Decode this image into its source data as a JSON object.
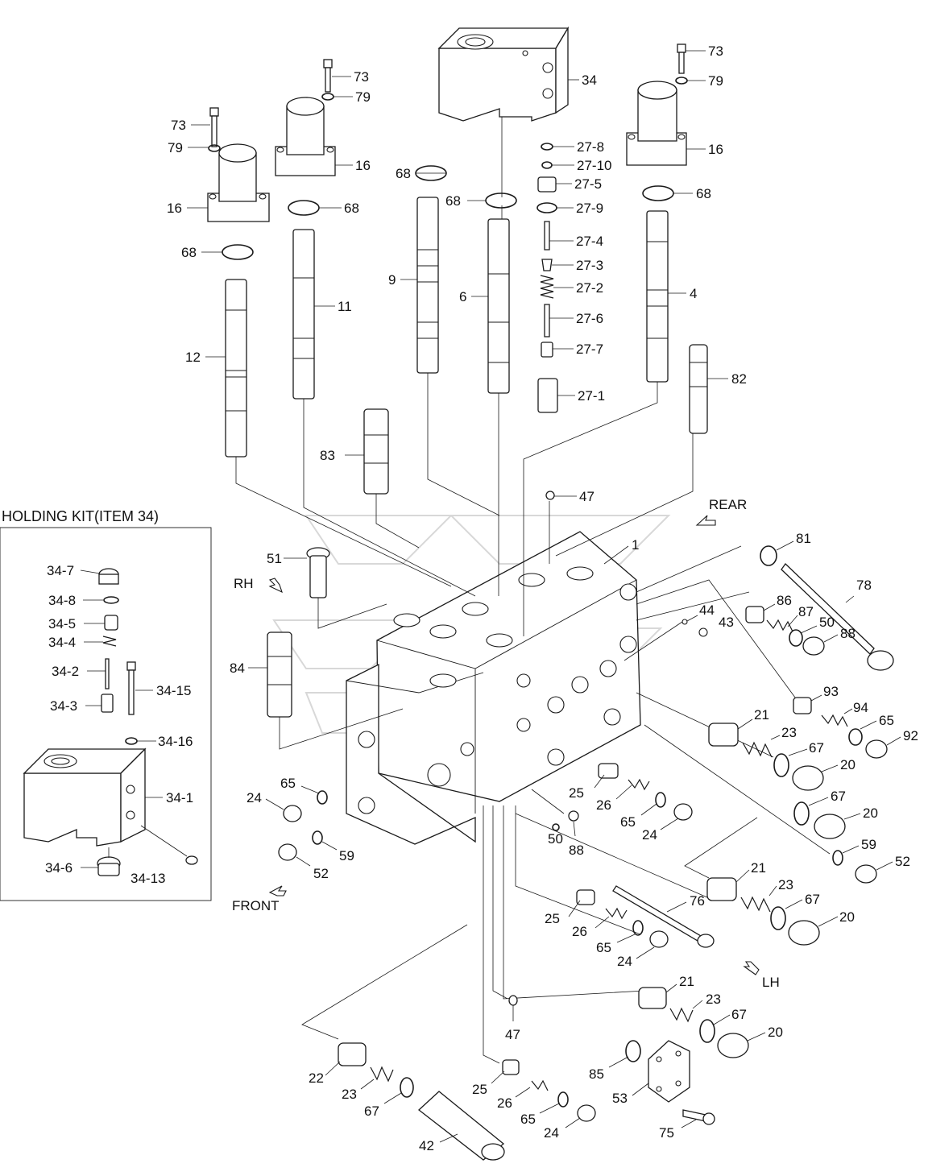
{
  "kit_title": "HOLDING KIT(ITEM 34)",
  "directions": {
    "rear": "REAR",
    "rh": "RH",
    "front": "FRONT",
    "lh": "LH"
  },
  "labels": {
    "p73a": "73",
    "p79a": "79",
    "p16a": "16",
    "p68a": "68",
    "p12": "12",
    "p73b": "73",
    "p79b": "79",
    "p16b": "16",
    "p68b": "68",
    "p11": "11",
    "p34": "34",
    "p68c": "68",
    "p68d": "68",
    "p9": "9",
    "p6": "6",
    "p27_8": "27-8",
    "p27_10": "27-10",
    "p27_5": "27-5",
    "p27_9": "27-9",
    "p27_4": "27-4",
    "p27_3": "27-3",
    "p27_2": "27-2",
    "p27_6": "27-6",
    "p27_7": "27-7",
    "p27_1": "27-1",
    "p73c": "73",
    "p79c": "79",
    "p16c": "16",
    "p68e": "68",
    "p4": "4",
    "p82": "82",
    "p83": "83",
    "p47a": "47",
    "p1": "1",
    "p51": "51",
    "p84": "84",
    "p81": "81",
    "p78": "78",
    "p86": "86",
    "p44": "44",
    "p43": "43",
    "p87": "87",
    "p50a": "50",
    "p88a": "88",
    "p93": "93",
    "p94": "94",
    "p21a": "21",
    "p23a": "23",
    "p65a": "65",
    "p92": "92",
    "p67a": "67",
    "p20a": "20",
    "p67b": "67",
    "p20b": "20",
    "p59a": "59",
    "p52a": "52",
    "p24a": "24",
    "p65b": "65",
    "p59b": "59",
    "p52b": "52",
    "p25a": "25",
    "p26a": "26",
    "p65c": "65",
    "p24b": "24",
    "p50b": "50",
    "p88b": "88",
    "p21b": "21",
    "p23b": "23",
    "p67c": "67",
    "p20c": "20",
    "p76": "76",
    "p25b": "25",
    "p26b": "26",
    "p65d": "65",
    "p24c": "24",
    "p21c": "21",
    "p23c": "23",
    "p67d": "67",
    "p20d": "20",
    "p47b": "47",
    "p85": "85",
    "p22": "22",
    "p23d": "23",
    "p67e": "67",
    "p42": "42",
    "p25c": "25",
    "p26c": "26",
    "p65e": "65",
    "p24d": "24",
    "p53": "53",
    "p75": "75",
    "k34_7": "34-7",
    "k34_8": "34-8",
    "k34_5": "34-5",
    "k34_4": "34-4",
    "k34_2": "34-2",
    "k34_15": "34-15",
    "k34_3": "34-3",
    "k34_16": "34-16",
    "k34_1": "34-1",
    "k34_6": "34-6",
    "k34_13": "34-13"
  }
}
